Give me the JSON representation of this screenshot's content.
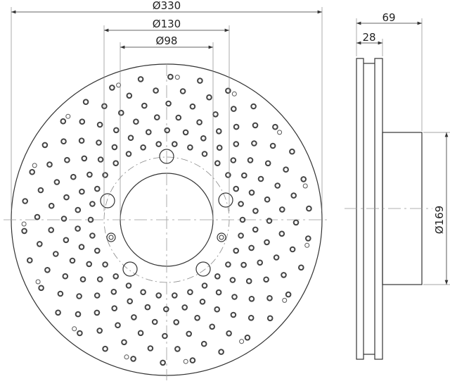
{
  "dimensions": {
    "outer_diameter": "Ø330",
    "bolt_circle_diameter": "Ø130",
    "center_bore_diameter": "Ø98",
    "hat_diameter": "Ø169",
    "total_height": "69",
    "disc_thickness": "28"
  },
  "colors": {
    "line": "#333333",
    "hole": "#444444",
    "centerline": "#999999"
  }
}
